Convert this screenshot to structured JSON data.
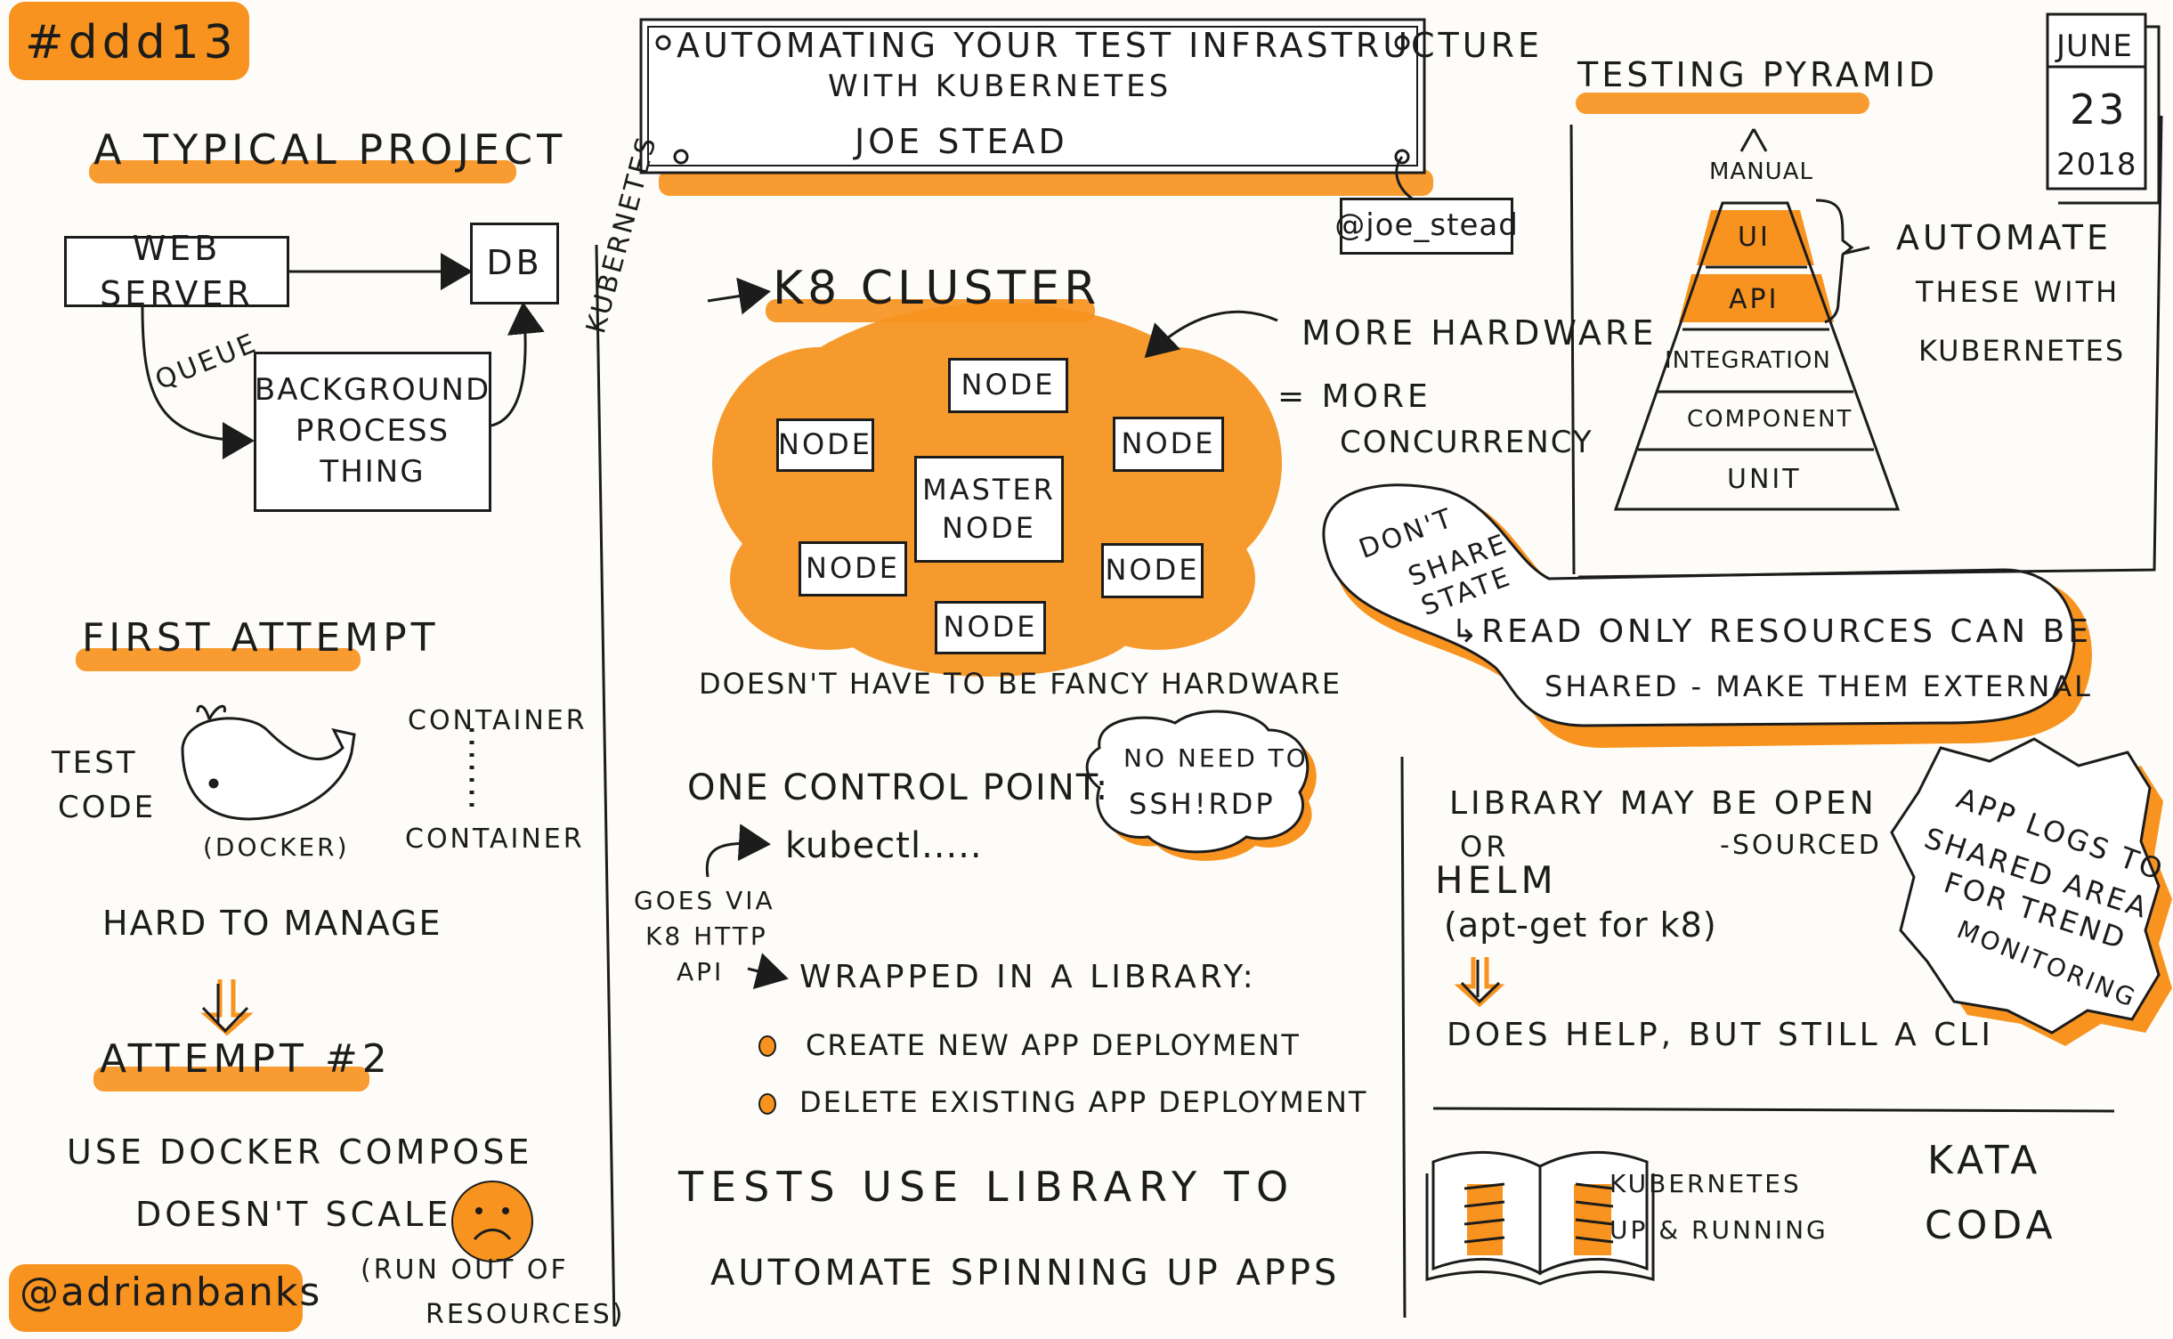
{
  "colors": {
    "accent": "#f7931e",
    "ink": "#1c1c1c",
    "paper": "#fdfcf8"
  },
  "header": {
    "hashtag": "#ddd13",
    "title_line1": "AUTOMATING YOUR TEST INFRASTRUCTURE",
    "title_line2": "WITH KUBERNETES",
    "speaker": "JOE STEAD",
    "twitter": "@joe_stead",
    "artist": "@adrianbanks",
    "date": {
      "month": "JUNE",
      "day": "23",
      "year": "2018"
    }
  },
  "typical": {
    "heading": "A TYPICAL PROJECT",
    "web_server": "WEB SERVER",
    "db": "DB",
    "queue": "QUEUE",
    "bg_line1": "BACKGROUND",
    "bg_line2": "PROCESS",
    "bg_line3": "THING"
  },
  "first": {
    "heading": "FIRST ATTEMPT",
    "test_line1": "TEST",
    "test_line2": "CODE",
    "docker": "(DOCKER)",
    "container_top": "CONTAINER",
    "container_bottom": "CONTAINER",
    "hard": "HARD TO MANAGE"
  },
  "second": {
    "heading": "ATTEMPT #2",
    "compose": "USE DOCKER COMPOSE",
    "no_scale": "DOESN'T SCALE",
    "run_out_line1": "(RUN OUT OF",
    "run_out_line2": "RESOURCES)"
  },
  "cluster": {
    "side_label": "KUBERNETES",
    "heading": "K8 CLUSTER",
    "node": "NODE",
    "master_line1": "MASTER",
    "master_line2": "NODE",
    "hardware_line1": "MORE HARDWARE",
    "hardware_line2": "= MORE",
    "hardware_line3": "CONCURRENCY",
    "fancy": "DOESN'T HAVE TO BE FANCY HARDWARE"
  },
  "control": {
    "one_point": "ONE CONTROL POINT:",
    "ssh_line1": "NO NEED TO",
    "ssh_line2": "SSH!RDP",
    "kubectl": "kubectl.....",
    "goes_line1": "GOES VIA",
    "goes_line2": "K8 HTTP",
    "goes_line3": "API",
    "wrapped": "WRAPPED IN A LIBRARY:",
    "bullets": [
      "CREATE NEW APP DEPLOYMENT",
      "DELETE EXISTING APP DEPLOYMENT"
    ],
    "tests_line1": "TESTS USE LIBRARY TO",
    "tests_line2": "AUTOMATE SPINNING UP APPS"
  },
  "pyramid": {
    "heading": "TESTING PYRAMID",
    "manual": "MANUAL",
    "ui": "UI",
    "api": "API",
    "integration": "INTEGRATION",
    "component": "COMPONENT",
    "unit": "UNIT",
    "automate_line1": "AUTOMATE",
    "automate_line2": "THESE WITH",
    "automate_line3": "KUBERNETES"
  },
  "state": {
    "share_line1": "DON'T",
    "share_line2": "SHARE",
    "share_line3": "STATE",
    "readonly_line1": "↳READ ONLY RESOURCES CAN BE",
    "readonly_line2": "SHARED - MAKE THEM EXTERNAL"
  },
  "helm": {
    "library_line1": "LIBRARY MAY BE OPEN",
    "or": "OR",
    "library_line2": "-SOURCED",
    "helm": "HELM",
    "apt": "(apt-get for k8)",
    "cli": "DOES HELP, BUT STILL A CLI"
  },
  "logs": {
    "line1": "APP LOGS TO",
    "line2": "SHARED AREA",
    "line3": "FOR TREND",
    "line4": "MONITORING"
  },
  "resources": {
    "book_line1": "KUBERNETES",
    "book_line2": "UP & RUNNING",
    "kata_line1": "KATA",
    "kata_line2": "CODA"
  }
}
